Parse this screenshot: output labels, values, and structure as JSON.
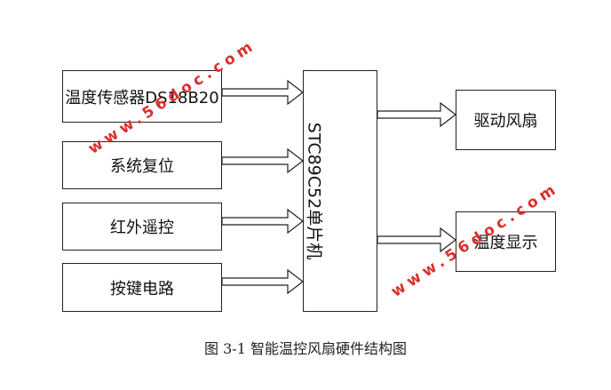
{
  "diagram": {
    "inputs": [
      {
        "label": "温度传感器DS18B20"
      },
      {
        "label": "系统复位"
      },
      {
        "label": "红外遥控"
      },
      {
        "label": "按键电路"
      }
    ],
    "controller": {
      "label": "STC89C52单片机"
    },
    "outputs": [
      {
        "label": "驱动风扇"
      },
      {
        "label": "温度显示"
      }
    ]
  },
  "caption": "图 3-1  智能温控风扇硬件结构图",
  "watermarks": [
    "www.56doc.com",
    "www.56doc.com"
  ],
  "colors": {
    "stroke": "#222222",
    "watermark": "#d9302c"
  }
}
